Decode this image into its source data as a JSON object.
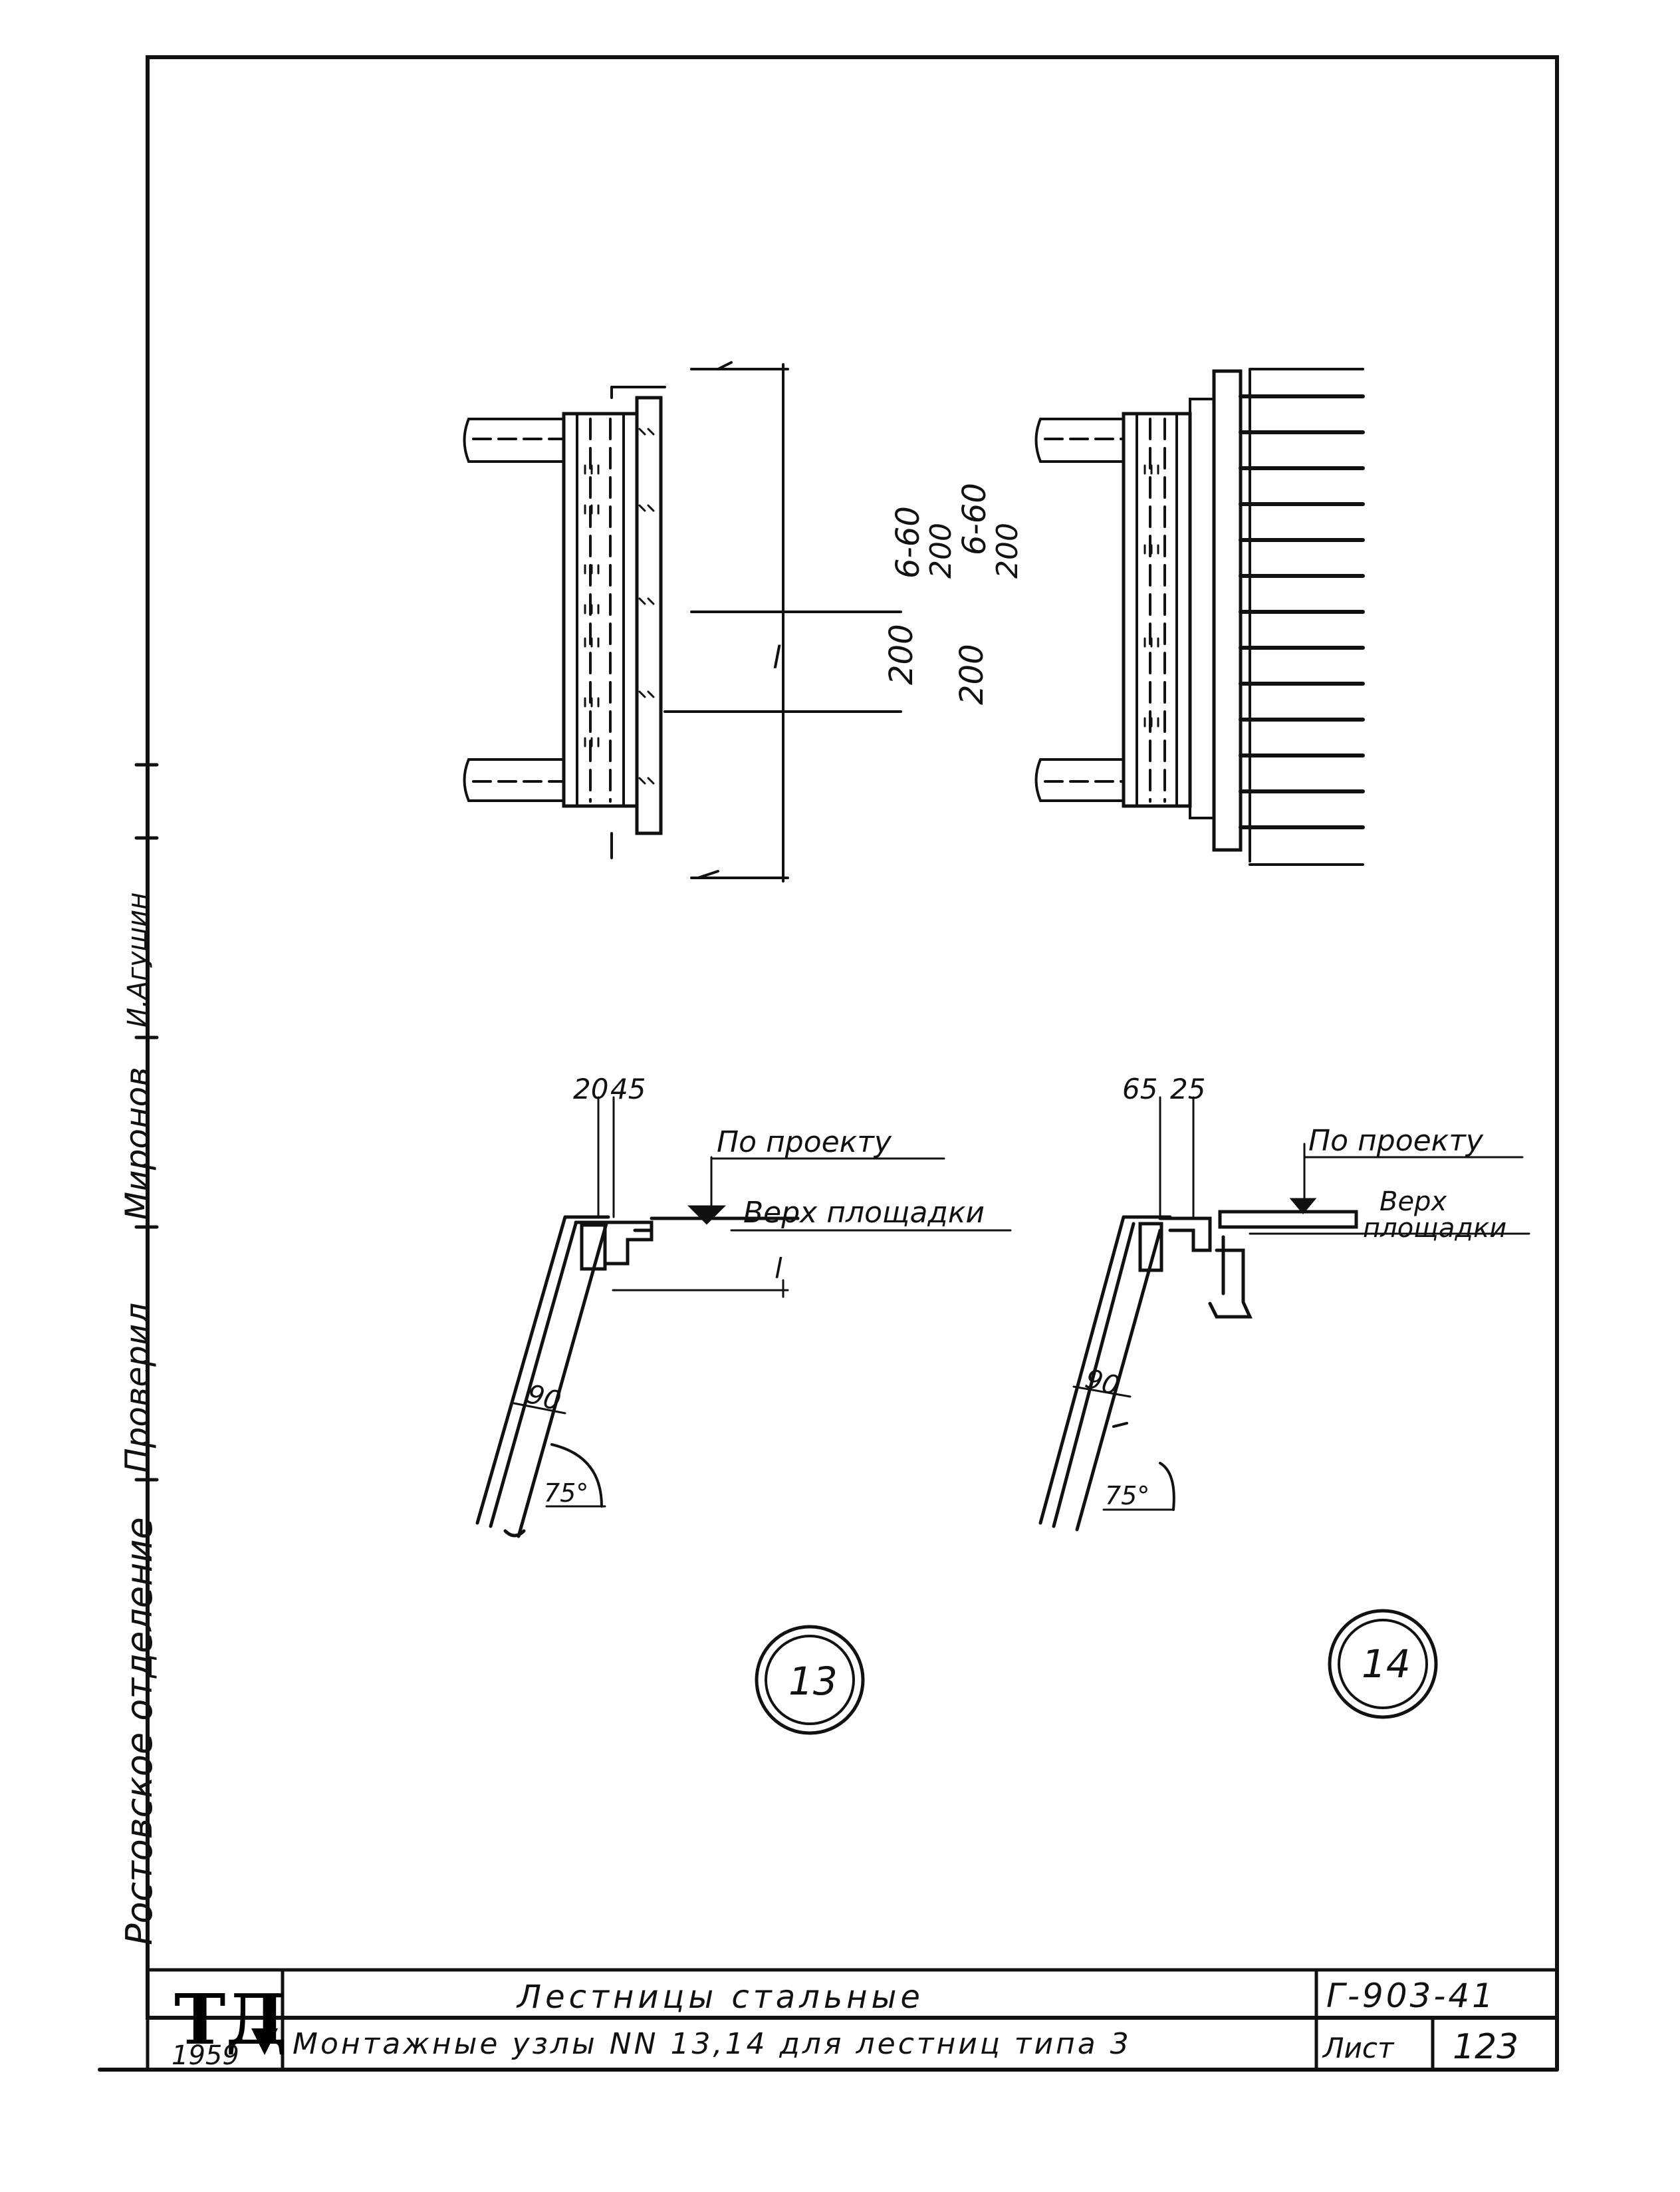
{
  "sidebar": {
    "organization": "Ростовское отделение",
    "checked_label": "Проверил",
    "checker_name": "Миронов",
    "signature": "И.Агушин"
  },
  "title_block": {
    "logo": "ТД",
    "year": "1959",
    "title": "Лестницы стальные",
    "subtitle": "Монтажные узлы NN 13,14 для лестниц типа 3",
    "doc_code": "Г-903-41",
    "sheet_label": "Лист",
    "sheet_number": "123"
  },
  "labels": {
    "spacing_top": "6-60",
    "spacing_bottom": "200",
    "spacing_step": "200",
    "span_l": "l",
    "node13_dim_a": "20",
    "node13_dim_b": "45",
    "node14_dim_a": "65",
    "node14_dim_b": "25",
    "by_project": "По проекту",
    "platform_top": "Верх площадки",
    "platform_top_line1": "Верх",
    "platform_top_line2": "площадки",
    "width_90": "90",
    "angle": "75°",
    "node13": "13",
    "node14": "14"
  }
}
